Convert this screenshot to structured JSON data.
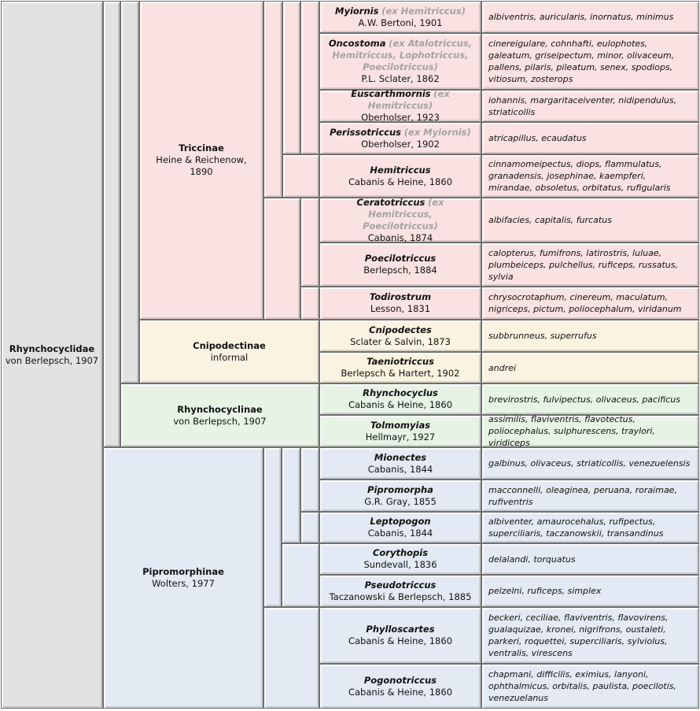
{
  "colors": {
    "family": "#e2e2e2",
    "triccinae": "#fbe2e2",
    "cnipodectinae": "#fbf3e1",
    "rhynchocyclinae": "#e6f3e5",
    "pipromorphinae": "#e3eaf4",
    "extinct_note": "#a3a3a3"
  },
  "family": {
    "name": "Rhynchocyclidae",
    "authority": "von Berlepsch, 1907"
  },
  "subfamilies": [
    {
      "name": "Triccinae",
      "authority": "Heine & Reichenow, 1890"
    },
    {
      "name": "Cnipodectinae",
      "authority": "informal"
    },
    {
      "name": "Rhynchocyclinae",
      "authority": "von Berlepsch, 1907"
    },
    {
      "name": "Pipromorphinae",
      "authority": "Wolters, 1977"
    }
  ],
  "genera": [
    {
      "name": "Myiornis",
      "ex": "(ex Hemitriccus)",
      "ex_lines": [],
      "authority": "A.W. Bertoni, 1901",
      "species": "albiventris, auricularis, inornatus, minimus"
    },
    {
      "name": "Oncostoma",
      "ex": "(ex Atalotriccus,",
      "ex_lines": [
        "Hemitriccus, Lophotriccus,",
        "Poecilotriccus)"
      ],
      "authority": "P.L. Sclater, 1862",
      "species": "cinereigulare, cohnhafti, eulophotes, galeatum, griseipectum, minor, olivaceum, pallens, pilaris, pileatum, senex, spodiops, vitiosum, zosterops"
    },
    {
      "name": "Euscarthmornis",
      "ex": "(ex Hemitriccus)",
      "ex_lines": [],
      "authority": "Oberholser, 1923",
      "species": "iohannis, margaritaceiventer, nidipendulus, striaticollis"
    },
    {
      "name": "Perissotriccus",
      "ex": "(ex Myiornis)",
      "ex_lines": [],
      "authority": "Oberholser, 1902",
      "species": "atricapillus, ecaudatus"
    },
    {
      "name": "Hemitriccus",
      "ex": "",
      "ex_lines": [],
      "authority": "Cabanis & Heine, 1860",
      "species": "cinnamomeipectus, diops, flammulatus, granadensis, josephinae, kaempferi, mirandae, obsoletus, orbitatus, rufigularis"
    },
    {
      "name": "Ceratotriccus",
      "ex": "(ex Hemitriccus,",
      "ex_lines": [
        "Poecilotriccus)"
      ],
      "authority": "Cabanis, 1874",
      "species": "albifacies, capitalis, furcatus"
    },
    {
      "name": "Poecilotriccus",
      "ex": "",
      "ex_lines": [],
      "authority": "Berlepsch, 1884",
      "species": "calopterus, fumifrons, latirostris, luluae, plumbeiceps, pulchellus, ruficeps, russatus, sylvia"
    },
    {
      "name": "Todirostrum",
      "ex": "",
      "ex_lines": [],
      "authority": "Lesson, 1831",
      "species": "chrysocrotaphum, cinereum, maculatum, nigriceps, pictum, poliocephalum, viridanum"
    },
    {
      "name": "Cnipodectes",
      "ex": "",
      "ex_lines": [],
      "authority": "Sclater & Salvin, 1873",
      "species": "subbrunneus, superrufus"
    },
    {
      "name": "Taeniotriccus",
      "ex": "",
      "ex_lines": [],
      "authority": "Berlepsch & Hartert, 1902",
      "species": "andrei"
    },
    {
      "name": "Rhynchocyclus",
      "ex": "",
      "ex_lines": [],
      "authority": "Cabanis & Heine, 1860",
      "species": "brevirostris, fulvipectus, olivaceus, pacificus"
    },
    {
      "name": "Tolmomyias",
      "ex": "",
      "ex_lines": [],
      "authority": "Hellmayr, 1927",
      "species": "assimilis, flaviventris, flavotectus, poliocephalus, sulphurescens, traylori, viridiceps"
    },
    {
      "name": "Mionectes",
      "ex": "",
      "ex_lines": [],
      "authority": "Cabanis, 1844",
      "species": "galbinus, olivaceus, striaticollis, venezuelensis"
    },
    {
      "name": "Pipromorpha",
      "ex": "",
      "ex_lines": [],
      "authority": "G.R. Gray, 1855",
      "species": "macconnelli, oleaginea, peruana, roraimae, rufiventris"
    },
    {
      "name": "Leptopogon",
      "ex": "",
      "ex_lines": [],
      "authority": "Cabanis, 1844",
      "species": "albiventer, amaurocehalus, rufipectus, superciliaris, taczanowskii, transandinus"
    },
    {
      "name": "Corythopis",
      "ex": "",
      "ex_lines": [],
      "authority": "Sundevall, 1836",
      "species": "delalandi, torquatus"
    },
    {
      "name": "Pseudotriccus",
      "ex": "",
      "ex_lines": [],
      "authority": "Taczanowski & Berlepsch, 1885",
      "species": "pelzelni, ruficeps, simplex"
    },
    {
      "name": "Phylloscartes",
      "ex": "",
      "ex_lines": [],
      "authority": "Cabanis & Heine, 1860",
      "species": "beckeri, ceciliae, flaviventris, flavovirens, gualaquizae, kronei, nigrifrons, oustaleti, parkeri, roquettei, superciliaris, sylviolus, ventralis, virescens"
    },
    {
      "name": "Pogonotriccus",
      "ex": "",
      "ex_lines": [],
      "authority": "Cabanis & Heine, 1860",
      "species": "chapmani, difficilis, eximius, lanyoni, ophthalmicus, orbitalis, paulista, poecilotis, venezuelanus"
    }
  ]
}
